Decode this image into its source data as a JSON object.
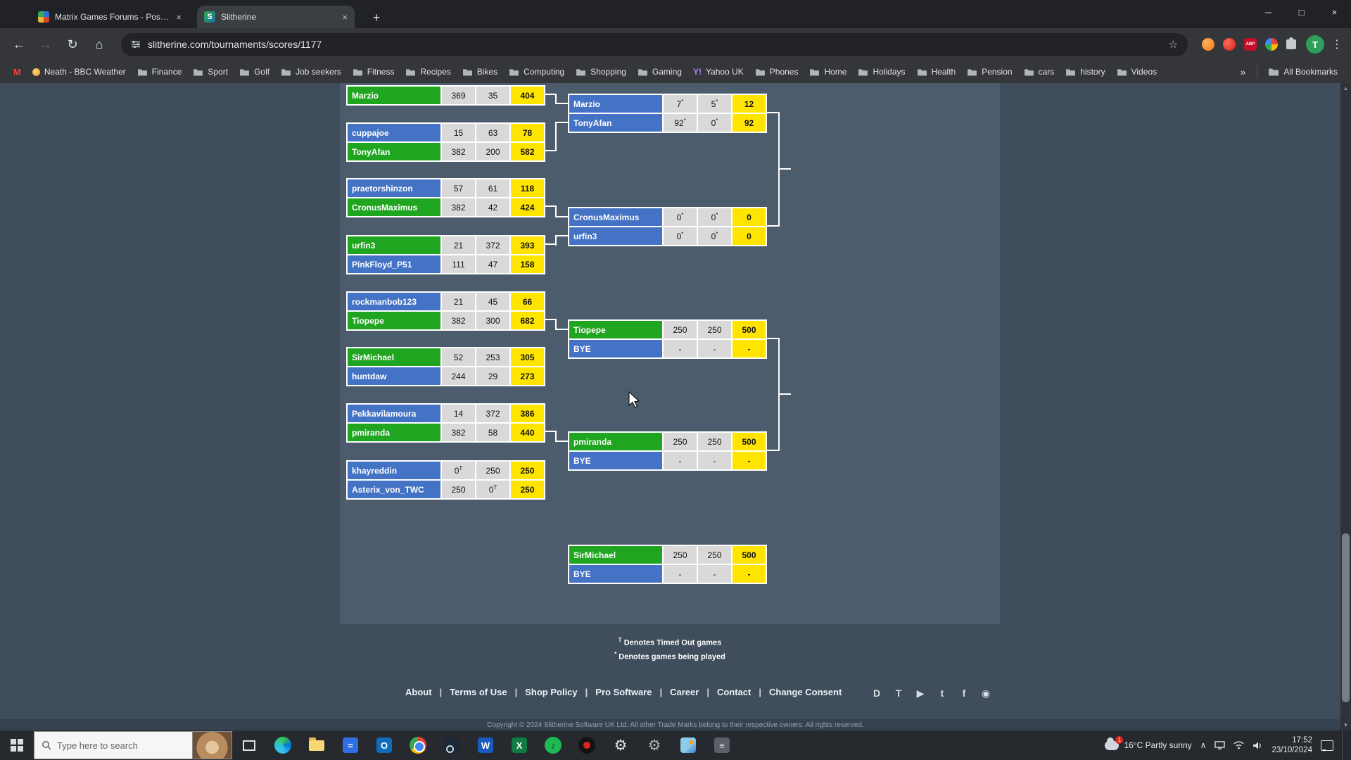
{
  "palette": {
    "green": "#1fa51f",
    "blue": "#4472c4",
    "score_bg": "#d9d9d9",
    "total_bg": "#ffe400"
  },
  "browser": {
    "tabs": [
      {
        "title": "Matrix Games Forums - Post a ...",
        "active": false
      },
      {
        "title": "Slitherine",
        "active": true
      }
    ],
    "url": "slitherine.com/tournaments/scores/1177",
    "bookmarks": [
      {
        "label": "",
        "icon": "gmail"
      },
      {
        "label": "Neath - BBC Weather",
        "icon": "page"
      },
      {
        "label": "Finance",
        "icon": "folder"
      },
      {
        "label": "Sport",
        "icon": "folder"
      },
      {
        "label": "Golf",
        "icon": "folder"
      },
      {
        "label": "Job seekers",
        "icon": "folder"
      },
      {
        "label": "Fitness",
        "icon": "folder"
      },
      {
        "label": "Recipes",
        "icon": "folder"
      },
      {
        "label": "Bikes",
        "icon": "folder"
      },
      {
        "label": "Computing",
        "icon": "folder"
      },
      {
        "label": "Shopping",
        "icon": "folder"
      },
      {
        "label": "Gaming",
        "icon": "folder"
      },
      {
        "label": "Yahoo UK",
        "icon": "yahoo"
      },
      {
        "label": "Phones",
        "icon": "folder"
      },
      {
        "label": "Home",
        "icon": "folder"
      },
      {
        "label": "Holidays",
        "icon": "folder"
      },
      {
        "label": "Health",
        "icon": "folder"
      },
      {
        "label": "Pension",
        "icon": "folder"
      },
      {
        "label": "cars",
        "icon": "folder"
      },
      {
        "label": "history",
        "icon": "folder"
      },
      {
        "label": "Videos",
        "icon": "folder"
      }
    ],
    "overflow_chevron": "»",
    "all_bookmarks": "All Bookmarks"
  },
  "bracket": {
    "round1": [
      {
        "rows": [
          {
            "name": "Marzio",
            "color": "green",
            "s": [
              "369",
              "35"
            ],
            "total": "404"
          }
        ]
      },
      {
        "rows": [
          {
            "name": "cuppajoe",
            "color": "blue",
            "s": [
              "15",
              "63"
            ],
            "total": "78"
          },
          {
            "name": "TonyAfan",
            "color": "green",
            "s": [
              "382",
              "200"
            ],
            "total": "582"
          }
        ]
      },
      {
        "rows": [
          {
            "name": "praetorshinzon",
            "color": "blue",
            "s": [
              "57",
              "61"
            ],
            "total": "118"
          },
          {
            "name": "CronusMaximus",
            "color": "green",
            "s": [
              "382",
              "42"
            ],
            "total": "424"
          }
        ]
      },
      {
        "rows": [
          {
            "name": "urfin3",
            "color": "green",
            "s": [
              "21",
              "372"
            ],
            "total": "393"
          },
          {
            "name": "PinkFloyd_P51",
            "color": "blue",
            "s": [
              "111",
              "47"
            ],
            "total": "158"
          }
        ]
      },
      {
        "rows": [
          {
            "name": "rockmanbob123",
            "color": "blue",
            "s": [
              "21",
              "45"
            ],
            "total": "66"
          },
          {
            "name": "Tiopepe",
            "color": "green",
            "s": [
              "382",
              "300"
            ],
            "total": "682"
          }
        ]
      },
      {
        "rows": [
          {
            "name": "SirMichael",
            "color": "green",
            "s": [
              "52",
              "253"
            ],
            "total": "305"
          },
          {
            "name": "huntdaw",
            "color": "blue",
            "s": [
              "244",
              "29"
            ],
            "total": "273"
          }
        ]
      },
      {
        "rows": [
          {
            "name": "Pekkavilamoura",
            "color": "blue",
            "s": [
              "14",
              "372"
            ],
            "total": "386"
          },
          {
            "name": "pmiranda",
            "color": "green",
            "s": [
              "382",
              "58"
            ],
            "total": "440"
          }
        ]
      },
      {
        "rows": [
          {
            "name": "khayreddin",
            "color": "blue",
            "s": [
              "0^T",
              "250"
            ],
            "total": "250"
          },
          {
            "name": "Asterix_von_TWC",
            "color": "blue",
            "s": [
              "250",
              "0^T"
            ],
            "total": "250"
          }
        ]
      }
    ],
    "round2": [
      {
        "rows": [
          {
            "name": "Marzio",
            "color": "blue",
            "s": [
              "7^*",
              "5^*"
            ],
            "total": "12"
          },
          {
            "name": "TonyAfan",
            "color": "blue",
            "s": [
              "92^*",
              "0^*"
            ],
            "total": "92"
          }
        ]
      },
      {
        "rows": [
          {
            "name": "CronusMaximus",
            "color": "blue",
            "s": [
              "0^*",
              "0^*"
            ],
            "total": "0"
          },
          {
            "name": "urfin3",
            "color": "blue",
            "s": [
              "0^*",
              "0^*"
            ],
            "total": "0"
          }
        ]
      },
      {
        "rows": [
          {
            "name": "Tiopepe",
            "color": "green",
            "s": [
              "250",
              "250"
            ],
            "total": "500"
          },
          {
            "name": "BYE",
            "color": "blue",
            "s": [
              "-",
              "-"
            ],
            "total": "-"
          }
        ]
      },
      {
        "rows": [
          {
            "name": "pmiranda",
            "color": "green",
            "s": [
              "250",
              "250"
            ],
            "total": "500"
          },
          {
            "name": "BYE",
            "color": "blue",
            "s": [
              "-",
              "-"
            ],
            "total": "-"
          }
        ]
      },
      {
        "rows": [
          {
            "name": "SirMichael",
            "color": "green",
            "s": [
              "250",
              "250"
            ],
            "total": "500"
          },
          {
            "name": "BYE",
            "color": "blue",
            "s": [
              "-",
              "-"
            ],
            "total": "-"
          }
        ]
      }
    ]
  },
  "legend": {
    "items": [
      {
        "marker": "T",
        "text": "Denotes Timed Out games"
      },
      {
        "marker": "*",
        "text": "Denotes games being played"
      }
    ]
  },
  "footer": {
    "links": [
      "About",
      "Terms of Use",
      "Shop Policy",
      "Pro Software",
      "Career",
      "Contact",
      "Change Consent"
    ],
    "socials": [
      "discord",
      "twitch",
      "youtube",
      "twitter",
      "facebook",
      "instagram"
    ],
    "copyright": "Copyright © 2024 Slitherine Software UK Ltd. All other Trade Marks belong to their respective owners. All rights reserved."
  },
  "taskbar": {
    "search_placeholder": "Type here to search",
    "icons": [
      "task-view",
      "edge",
      "file-explorer",
      "calculator",
      "outlook",
      "chrome",
      "steam",
      "word",
      "excel",
      "spotify",
      "media",
      "settings",
      "settings-alt",
      "photos",
      "utility"
    ],
    "tray": {
      "badge": "1",
      "weather": "16°C Partly sunny",
      "time": "17:52",
      "date": "23/10/2024"
    }
  }
}
